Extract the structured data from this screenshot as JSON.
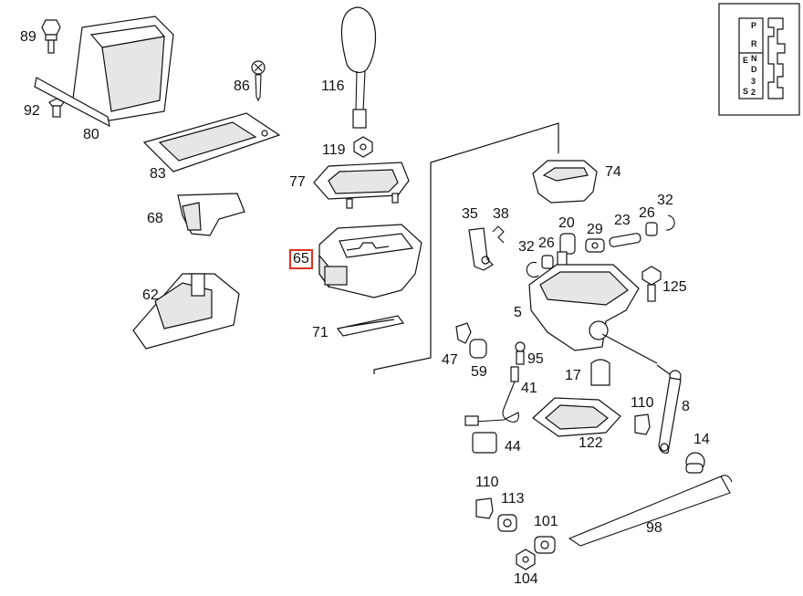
{
  "parts": [
    {
      "id": "p89",
      "num": "89"
    },
    {
      "id": "p92",
      "num": "92"
    },
    {
      "id": "p80",
      "num": "80"
    },
    {
      "id": "p86",
      "num": "86"
    },
    {
      "id": "p83",
      "num": "83"
    },
    {
      "id": "p68",
      "num": "68"
    },
    {
      "id": "p62",
      "num": "62"
    },
    {
      "id": "p116",
      "num": "116"
    },
    {
      "id": "p119",
      "num": "119"
    },
    {
      "id": "p77",
      "num": "77"
    },
    {
      "id": "p65",
      "num": "65",
      "highlighted": true
    },
    {
      "id": "p71",
      "num": "71"
    },
    {
      "id": "p74",
      "num": "74"
    },
    {
      "id": "p35",
      "num": "35"
    },
    {
      "id": "p38",
      "num": "38"
    },
    {
      "id": "p20",
      "num": "20"
    },
    {
      "id": "p29",
      "num": "29"
    },
    {
      "id": "p23",
      "num": "23"
    },
    {
      "id": "p26a",
      "num": "26"
    },
    {
      "id": "p32a",
      "num": "32"
    },
    {
      "id": "p32b",
      "num": "32"
    },
    {
      "id": "p26b",
      "num": "26"
    },
    {
      "id": "p125",
      "num": "125"
    },
    {
      "id": "p5",
      "num": "5"
    },
    {
      "id": "p47",
      "num": "47"
    },
    {
      "id": "p95",
      "num": "95"
    },
    {
      "id": "p59",
      "num": "59"
    },
    {
      "id": "p17",
      "num": "17"
    },
    {
      "id": "p41",
      "num": "41"
    },
    {
      "id": "p110a",
      "num": "110"
    },
    {
      "id": "p8",
      "num": "8"
    },
    {
      "id": "p122",
      "num": "122"
    },
    {
      "id": "p44",
      "num": "44"
    },
    {
      "id": "p14",
      "num": "14"
    },
    {
      "id": "p110b",
      "num": "110"
    },
    {
      "id": "p113",
      "num": "113"
    },
    {
      "id": "p101",
      "num": "101"
    },
    {
      "id": "p98",
      "num": "98"
    },
    {
      "id": "p104",
      "num": "104"
    }
  ],
  "gate_inset": {
    "positions": [
      "P",
      "R",
      "N",
      "D",
      "3",
      "2"
    ],
    "side_labels": [
      "E",
      "S"
    ]
  },
  "highlight_color": "#e0301e"
}
